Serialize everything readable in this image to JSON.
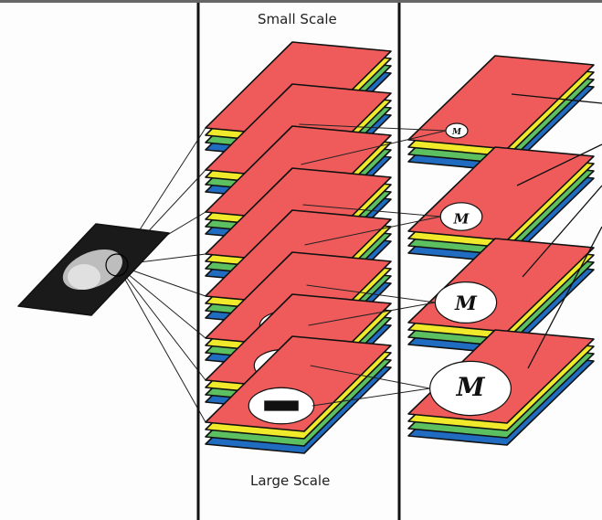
{
  "labels": {
    "top": "Small Scale",
    "bottom": "Large Scale"
  },
  "symbol": "M",
  "colors": {
    "red": "#ef5b5b",
    "yellow": "#f0ea2a",
    "green": "#5cc060",
    "blue": "#1f6cc0",
    "outline": "#111111",
    "divider": "#111111"
  },
  "middle_stack_count": 8,
  "right_stack_count": 4
}
